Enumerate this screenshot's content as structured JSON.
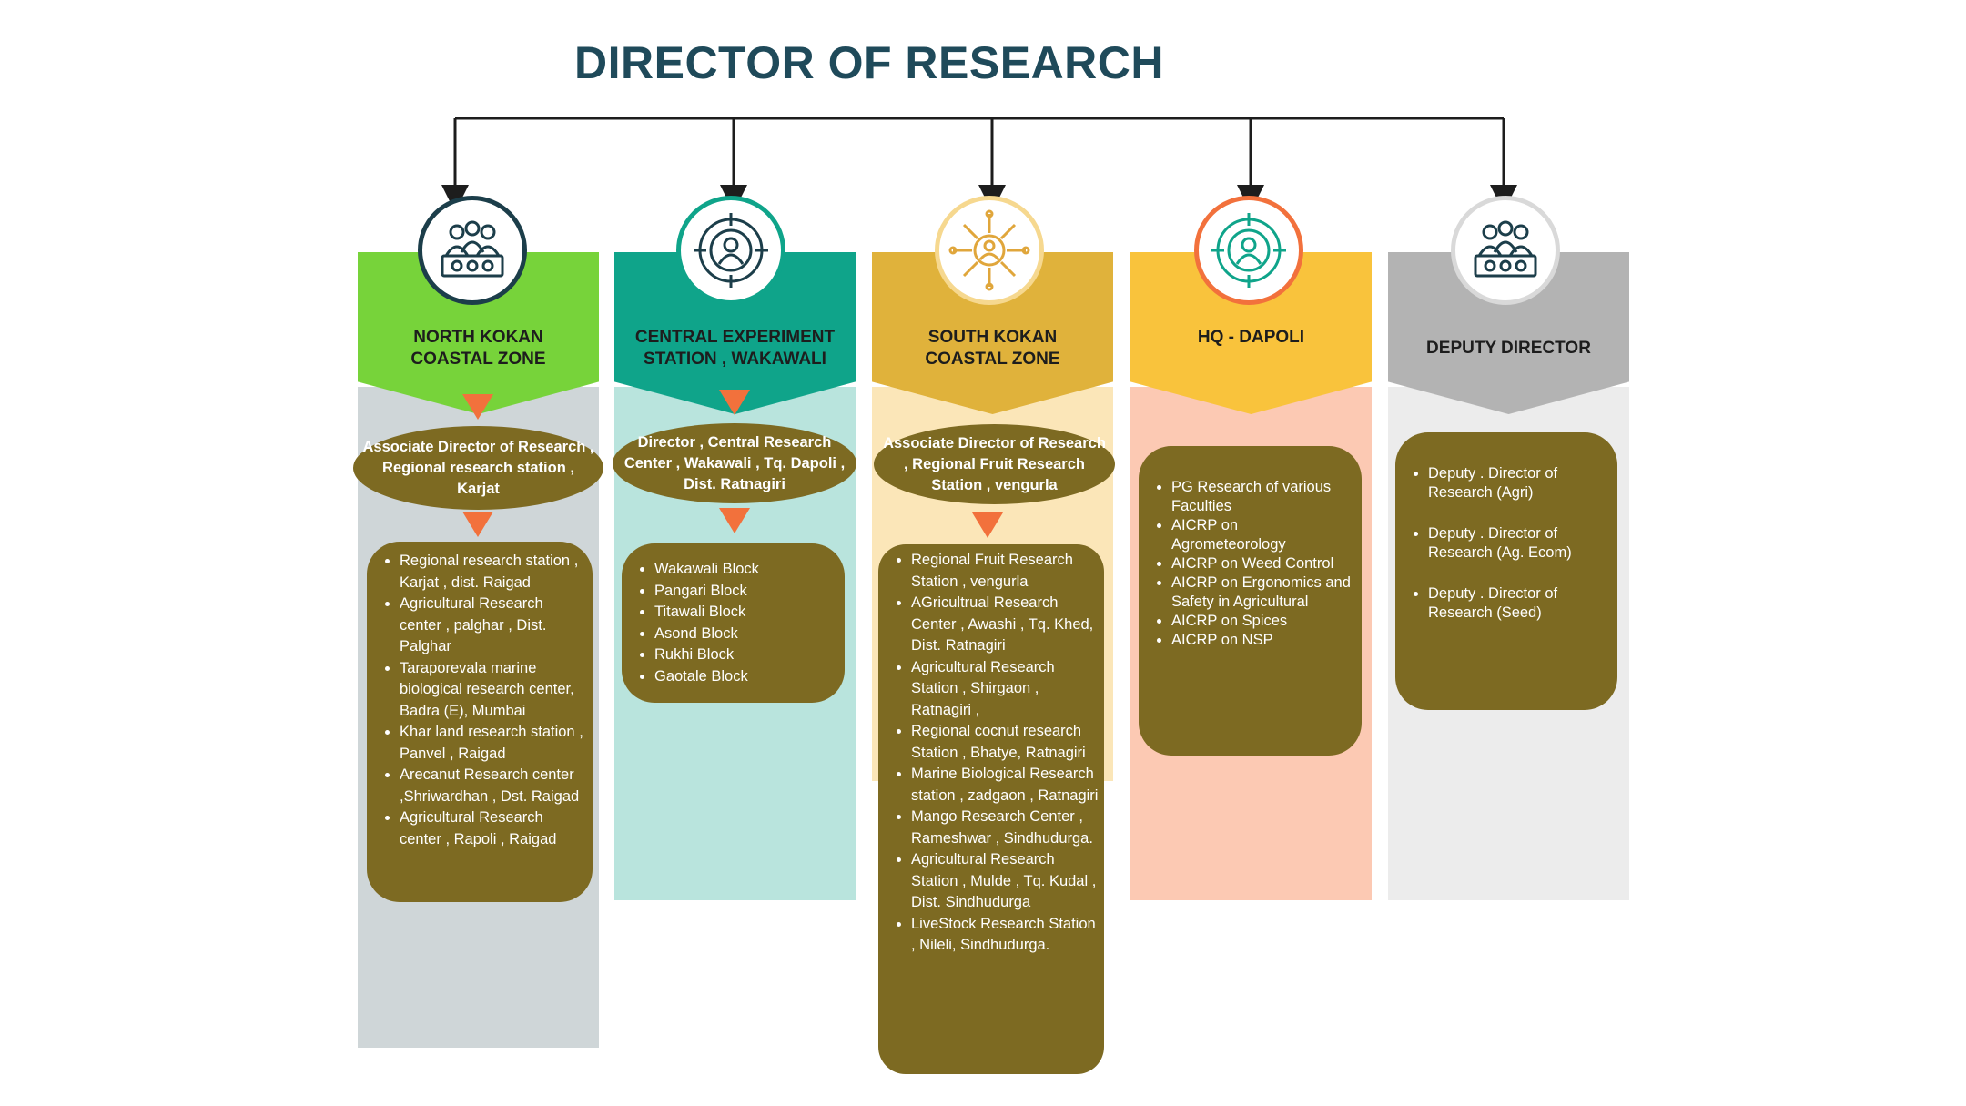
{
  "title": "DIRECTOR OF RESEARCH",
  "colors": {
    "title": "#1f4a5a",
    "pill": "#7d6a22",
    "arrow": "#f2713c"
  },
  "columns": [
    {
      "heading": "NORTH KOKAN COASTAL ZONE",
      "icon": "team-icon",
      "head_color": "#77d33a",
      "body_color": "#cfd6d8",
      "oval": "Associate Director of Research , Regional research station , Karjat",
      "items": [
        "Regional research station , Karjat , dist. Raigad",
        "Agricultural Research center , palghar , Dist. Palghar",
        "Taraporevala  marine biological research center, Badra (E), Mumbai",
        "Khar land research station , Panvel , Raigad",
        "Arecanut Research center ,Shriwardhan , Dst. Raigad",
        "Agricultural Research center , Rapoli , Raigad"
      ]
    },
    {
      "heading": "CENTRAL EXPERIMENT STATION , WAKAWALI",
      "icon": "target-user-icon",
      "head_color": "#0fa48a",
      "body_color": "#b9e4dd",
      "oval": "Director , Central Research Center , Wakawali , Tq. Dapoli , Dist. Ratnagiri",
      "items": [
        "Wakawali Block",
        "Pangari Block",
        "Titawali Block",
        "Asond Block",
        "Rukhi Block",
        "Gaotale Block"
      ]
    },
    {
      "heading": "SOUTH KOKAN COASTAL ZONE",
      "icon": "network-user-icon",
      "head_color": "#e0b23b",
      "body_color": "#fbe6b8",
      "oval": "Associate Director of Research , Regional Fruit Research Station , vengurla",
      "items": [
        "Regional Fruit Research Station , vengurla",
        "AGricultrual Research Center , Awashi , Tq. Khed, Dist. Ratnagiri",
        "Agricultural Research Station , Shirgaon , Ratnagiri ,",
        "Regional cocnut research Station , Bhatye, Ratnagiri",
        "Marine Biological Research station , zadgaon , Ratnagiri",
        "Mango Research Center , Rameshwar , Sindhudurga.",
        "Agricultural Research Station , Mulde , Tq. Kudal , Dist. Sindhudurga",
        "LiveStock Research Station , Nileli, Sindhudurga."
      ]
    },
    {
      "heading": "HQ - DAPOLI",
      "icon": "target-user-icon",
      "head_color": "#f9c33c",
      "body_color": "#fcc9b3",
      "items": [
        "PG Research of various Faculties",
        "AICRP on Agrometeorology",
        "AICRP on Weed Control",
        "AICRP on Ergonomics and Safety in Agricultural",
        "AICRP on Spices",
        "AICRP on NSP"
      ]
    },
    {
      "heading": "DEPUTY DIRECTOR",
      "icon": "team-icon",
      "head_color": "#b3b3b3",
      "body_color": "#ececec",
      "items": [
        "Deputy . Director of Research (Agri)",
        "Deputy . Director of Research (Ag. Ecom)",
        "Deputy . Director of Research (Seed)"
      ]
    }
  ]
}
